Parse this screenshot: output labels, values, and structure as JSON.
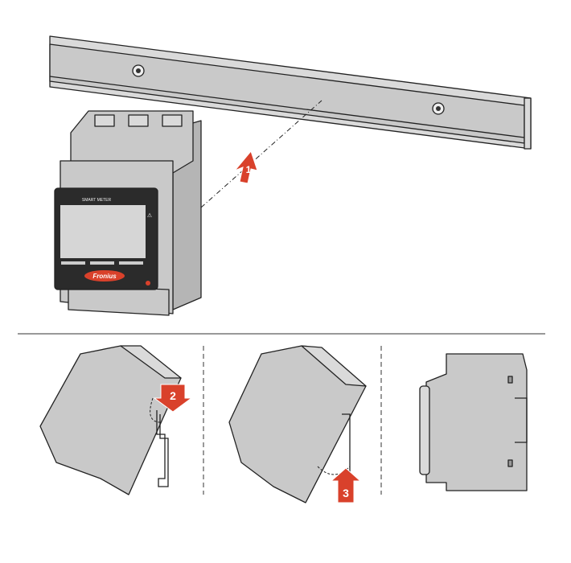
{
  "device": {
    "label": "SMART METER",
    "brand": "Fronius"
  },
  "steps": [
    "1",
    "2",
    "3"
  ],
  "colors": {
    "arrow": "#d9412b",
    "body": "#c9c9c9",
    "line": "#222222"
  }
}
